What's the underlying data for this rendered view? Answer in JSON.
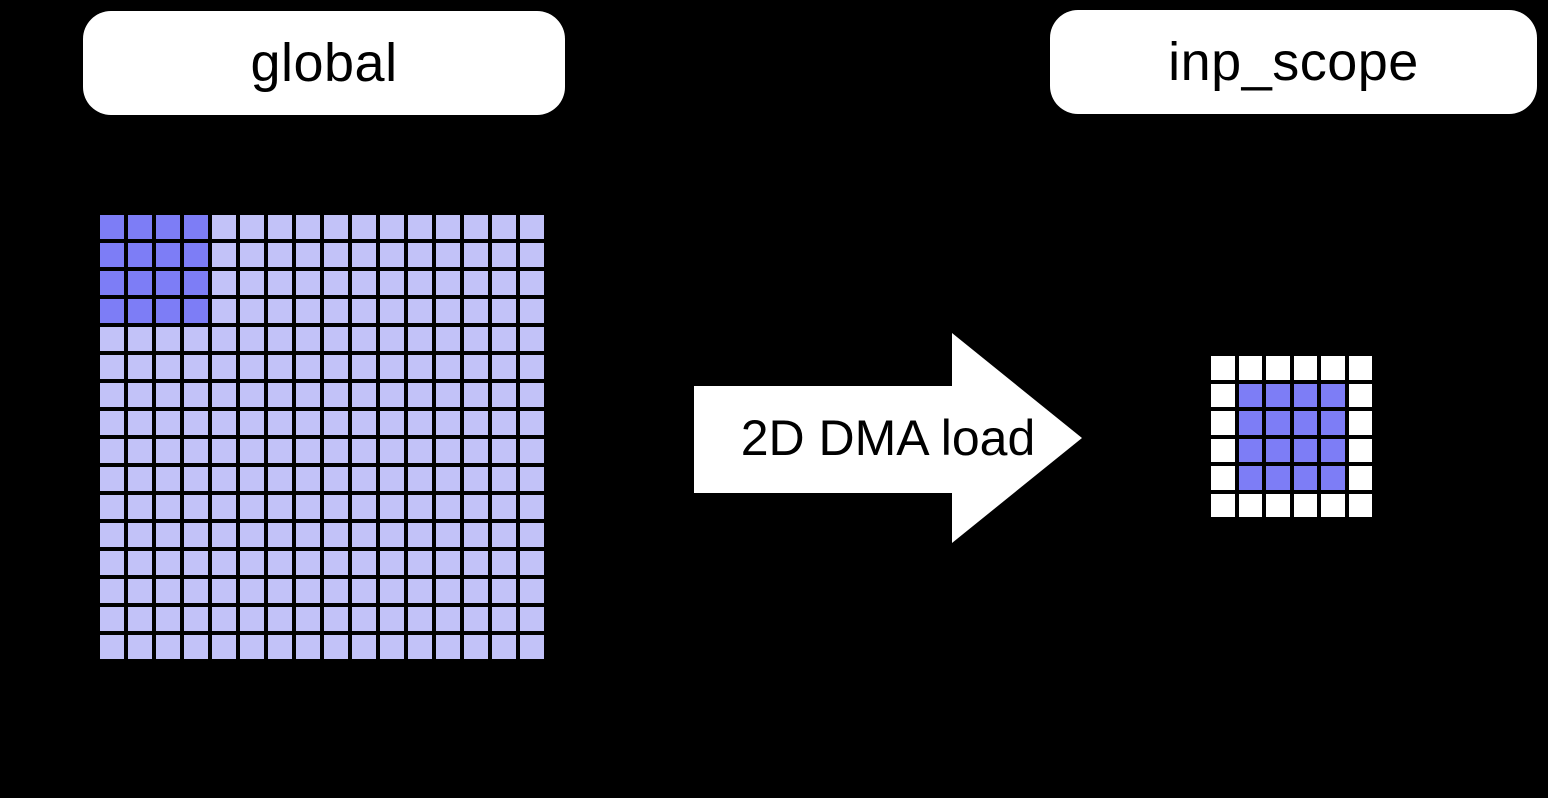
{
  "pills": {
    "global": {
      "label": "global"
    },
    "inp_scope": {
      "label": "inp_scope"
    }
  },
  "arrow": {
    "label": "2D DMA load",
    "fill": "#ffffff",
    "text_color": "#000000"
  },
  "colors": {
    "background": "#000000",
    "pill_background": "#ffffff",
    "dark": "#7d7df6",
    "light": "#c2c2f8",
    "white": "#ffffff",
    "grid_line": "#000000"
  },
  "global_grid": {
    "rows": 16,
    "cols": 16,
    "default_color": "light",
    "highlight": {
      "row_start": 0,
      "col_start": 0,
      "row_span": 4,
      "col_span": 4,
      "color": "dark"
    }
  },
  "inp_scope_grid": {
    "rows": 6,
    "cols": 6,
    "default_color": "white",
    "highlight": {
      "row_start": 1,
      "col_start": 1,
      "row_span": 4,
      "col_span": 4,
      "color": "dark"
    }
  }
}
